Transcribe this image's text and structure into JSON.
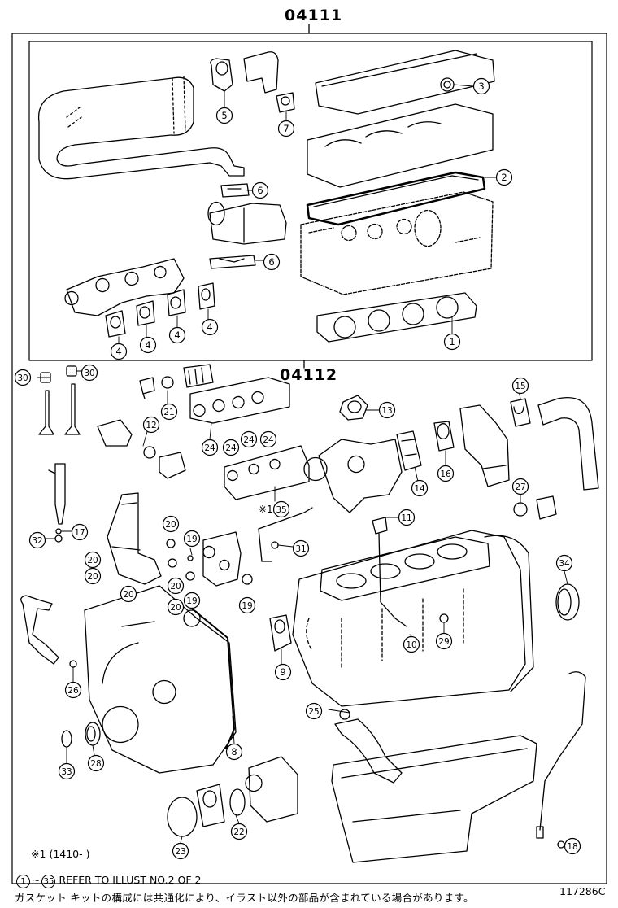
{
  "groups": [
    {
      "code": "04111"
    },
    {
      "code": "04112"
    }
  ],
  "callouts": [
    "1",
    "2",
    "3",
    "4",
    "5",
    "6",
    "7",
    "8",
    "9",
    "10",
    "11",
    "12",
    "13",
    "14",
    "15",
    "16",
    "17",
    "18",
    "19",
    "20",
    "21",
    "22",
    "23",
    "24",
    "25",
    "26",
    "27",
    "28",
    "29",
    "30",
    "31",
    "32",
    "33",
    "34",
    "35"
  ],
  "note_1": {
    "mark": "※1",
    "text": "(1410-      )",
    "inline_mark": "※1"
  },
  "footer": {
    "range_from": "1",
    "range_sep": "~",
    "range_to": "35",
    "refer_text": "REFER TO ILLUST NO.2 OF 2",
    "japanese_note": "ガスケット キットの構成には共通化により、イラスト以外の部品が含まれている場合があります。",
    "illust_code": "117286C"
  }
}
